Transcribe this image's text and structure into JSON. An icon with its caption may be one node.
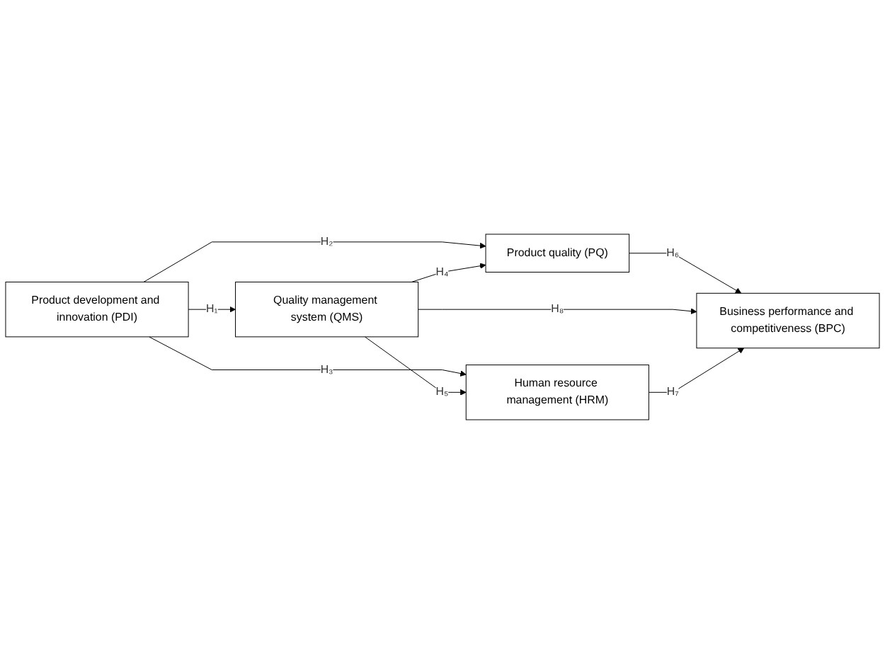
{
  "diagram": {
    "nodes": [
      {
        "text": [
          "Product development and innovation (PDI)"
        ]
      },
      {
        "text": [
          "Product quality (PQ)"
        ]
      },
      {
        "text": [
          "Quality management system (QMS)"
        ]
      },
      {
        "text": [
          "Human resource management (HRM)"
        ]
      },
      {
        "text": [
          "Business performance and competitiveness (BPC)"
        ]
      }
    ],
    "edges": [
      {
        "from": 0,
        "to": 1,
        "arrow": "to",
        "label": "H₂"
      },
      {
        "from": 0,
        "to": 2,
        "arrow": "to",
        "label": "H₁"
      },
      {
        "from": 0,
        "to": 3,
        "arrow": "to",
        "label": "H₃"
      },
      {
        "from": 2,
        "to": 1,
        "arrow": "to",
        "label": "H₄"
      },
      {
        "from": 2,
        "to": 3,
        "arrow": "to",
        "label": "H₅"
      },
      {
        "from": 1,
        "to": 4,
        "arrow": "to",
        "label": "H₆"
      },
      {
        "from": 2,
        "to": 4,
        "arrow": "to",
        "label": "H₈"
      },
      {
        "from": 3,
        "to": 4,
        "arrow": "to",
        "label": "H₇"
      }
    ]
  }
}
